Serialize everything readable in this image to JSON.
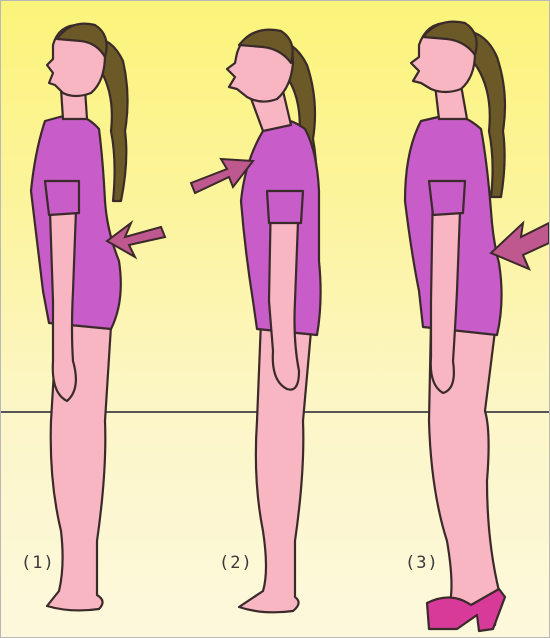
{
  "figure": {
    "labels": [
      "(1)",
      "(2)",
      "(3)"
    ],
    "colors": {
      "background_top": "#fbf47a",
      "background_bottom": "#fdf8dc",
      "skin": "#f8b6c2",
      "leotard": "#c85cc8",
      "hair": "#6b5a28",
      "arrow": "#c05890",
      "outline": "#3a2a2a",
      "floor_line": "#555555",
      "shoe": "#d83a9a"
    },
    "icons": [
      "arrow-icon",
      "arrow-icon",
      "arrow-icon"
    ]
  }
}
